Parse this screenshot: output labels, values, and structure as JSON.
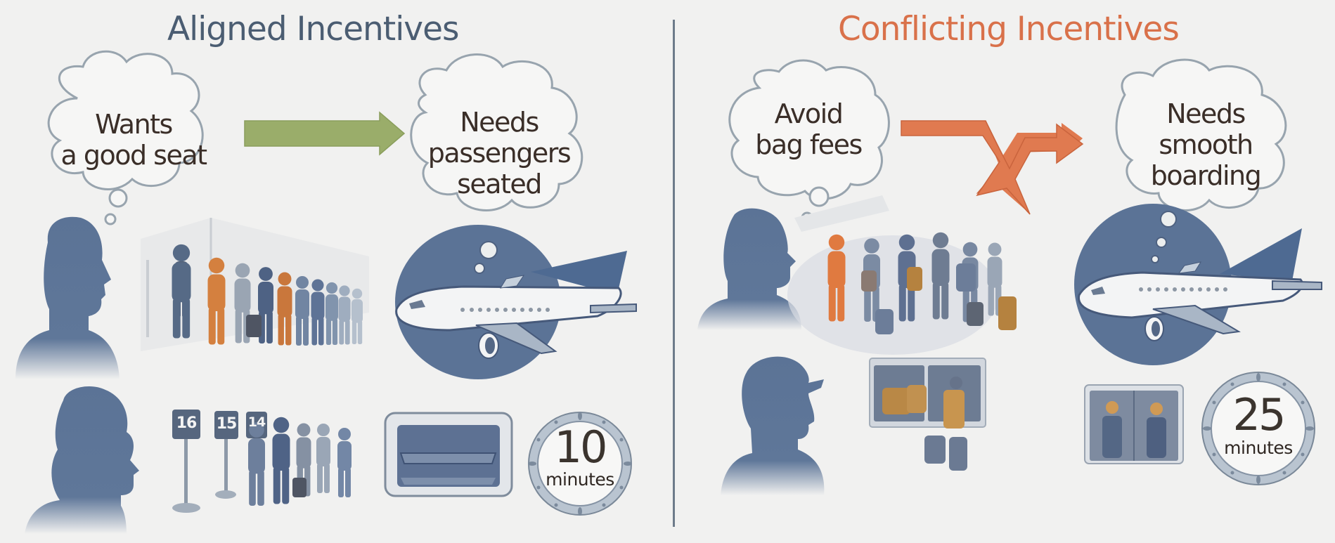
{
  "colors": {
    "background": "#f1f1f0",
    "aligned_title": "#4b5d72",
    "conflicting_title": "#d9714a",
    "aligned_arrow": "#9aad6a",
    "conflict_arrow": "#e07a50",
    "silhouette": "#5b7396",
    "cloud_stroke": "#98a4ae",
    "divider": "#6d7b8a",
    "text_dark": "#3a2e28"
  },
  "left_panel": {
    "title": "Aligned Incentives",
    "passenger_thought": {
      "line1": "Wants",
      "line2": "a good seat"
    },
    "airline_thought": {
      "line1": "Needs",
      "line2": "passengers",
      "line3": "seated"
    },
    "arrow": "straight-arrow",
    "gate_signs": [
      "16",
      "15",
      "14"
    ],
    "timer": {
      "value": "10",
      "unit": "minutes"
    },
    "scenes": [
      "orderly-queue",
      "airplane",
      "numbered-boarding-line",
      "empty-overhead-bin"
    ]
  },
  "right_panel": {
    "title": "Conflicting Incentives",
    "passenger_thought": {
      "line1": "Avoid",
      "line2": "bag fees"
    },
    "airline_thought": {
      "line1": "Needs",
      "line2": "smooth",
      "line3": "boarding"
    },
    "arrow": "broken-crossing-arrow",
    "timer": {
      "value": "25",
      "unit": "minutes"
    },
    "scenes": [
      "crowded-gate",
      "airplane",
      "full-overhead-bins",
      "aircraft-door-crew"
    ]
  }
}
